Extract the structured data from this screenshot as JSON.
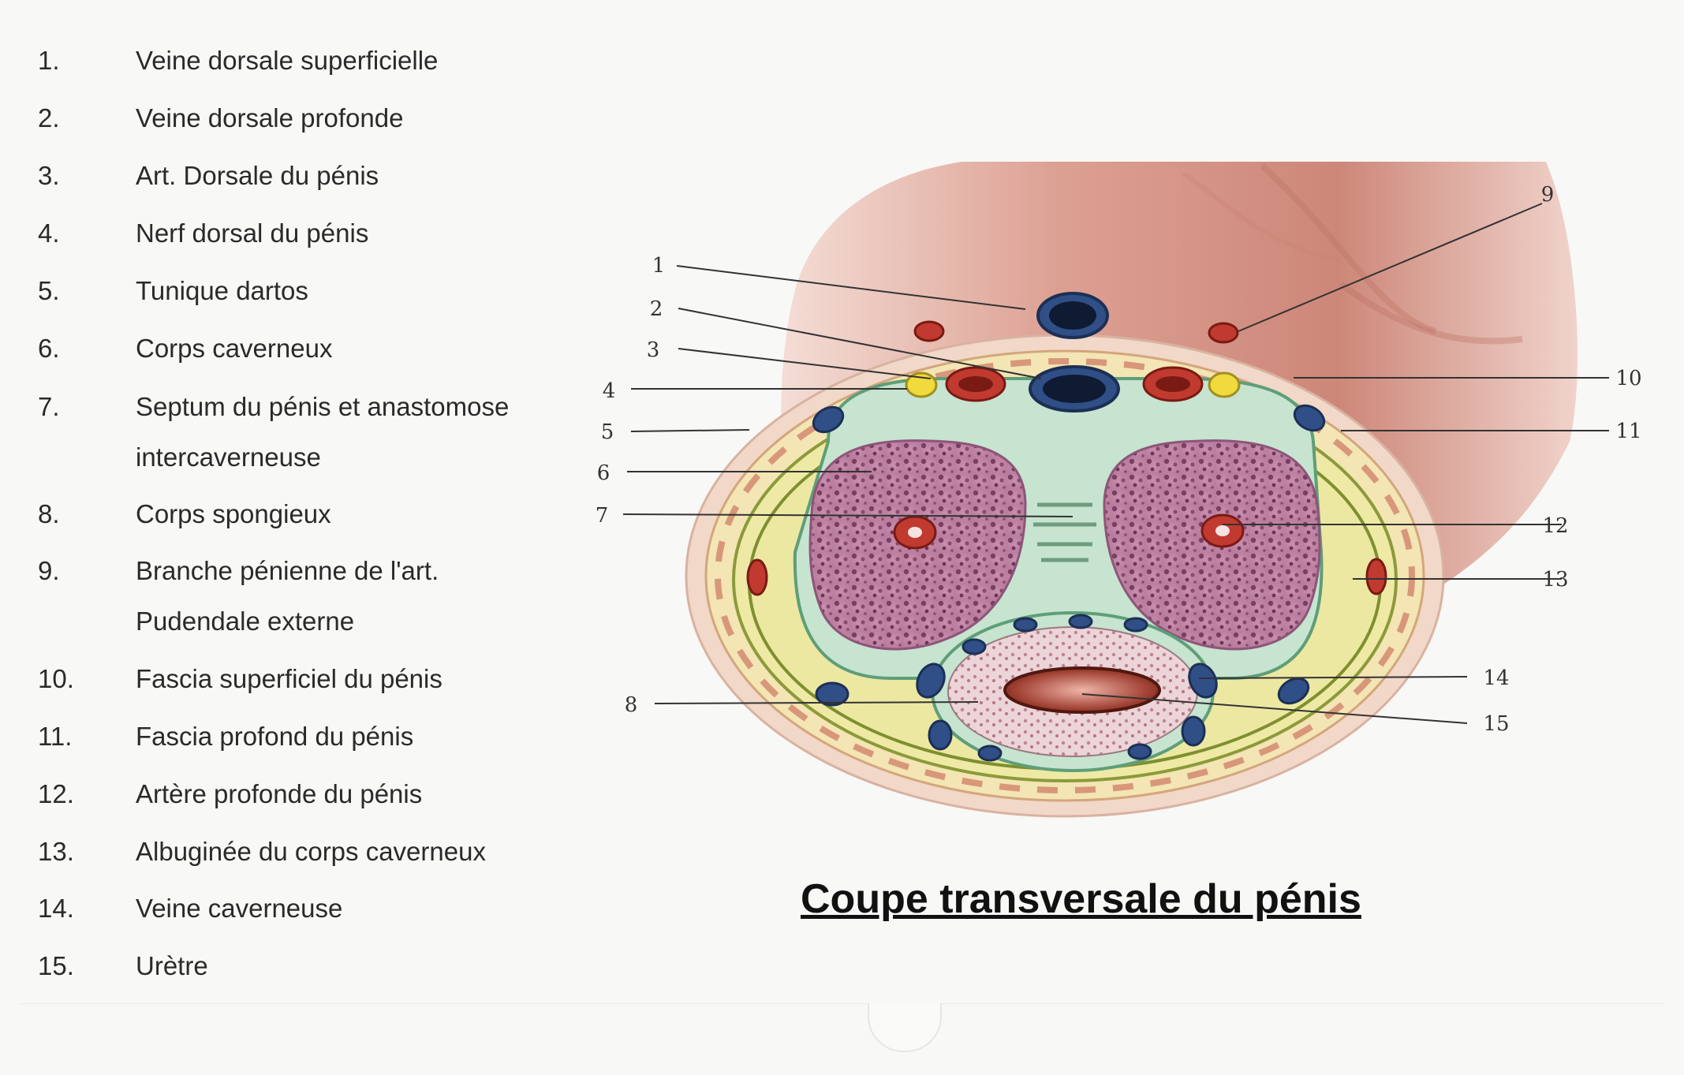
{
  "legend": [
    {
      "num": "1.",
      "lines": [
        "Veine dorsale superficielle"
      ]
    },
    {
      "num": "2.",
      "lines": [
        "Veine dorsale profonde"
      ]
    },
    {
      "num": "3.",
      "lines": [
        "Art. Dorsale du pénis"
      ]
    },
    {
      "num": "4.",
      "lines": [
        "Nerf dorsal du pénis"
      ]
    },
    {
      "num": "5.",
      "lines": [
        "Tunique dartos"
      ]
    },
    {
      "num": "6.",
      "lines": [
        "Corps caverneux"
      ]
    },
    {
      "num": "7.",
      "lines": [
        "Septum du pénis et anastomose",
        "intercaverneuse"
      ]
    },
    {
      "num": "8.",
      "lines": [
        "Corps spongieux"
      ]
    },
    {
      "num": "9.",
      "lines": [
        "Branche pénienne de l'art.",
        "Pudendale externe"
      ]
    },
    {
      "num": "10.",
      "lines": [
        "Fascia superficiel du pénis"
      ]
    },
    {
      "num": "11.",
      "lines": [
        "Fascia profond du pénis"
      ]
    },
    {
      "num": "12.",
      "lines": [
        "Artère profonde du pénis"
      ]
    },
    {
      "num": "13.",
      "lines": [
        "Albuginée du corps caverneux"
      ]
    },
    {
      "num": "14.",
      "lines": [
        "Veine caverneuse"
      ]
    },
    {
      "num": "15.",
      "lines": [
        "Urètre"
      ]
    }
  ],
  "diagram_title": "Coupe transversale du pénis",
  "callouts": [
    "1",
    "2",
    "3",
    "4",
    "5",
    "6",
    "7",
    "8",
    "9",
    "10",
    "11",
    "12",
    "13",
    "14",
    "15"
  ],
  "colors": {
    "skin": "#d89a8e",
    "fascia_yellow": "#eeeaa6",
    "albuginea_green": "#c6e4cf",
    "cavernous_pink": "#c58fae",
    "artery_red": "#c03a30",
    "vein_blue": "#2f4f86",
    "nerve_yellow": "#f0da3c"
  }
}
